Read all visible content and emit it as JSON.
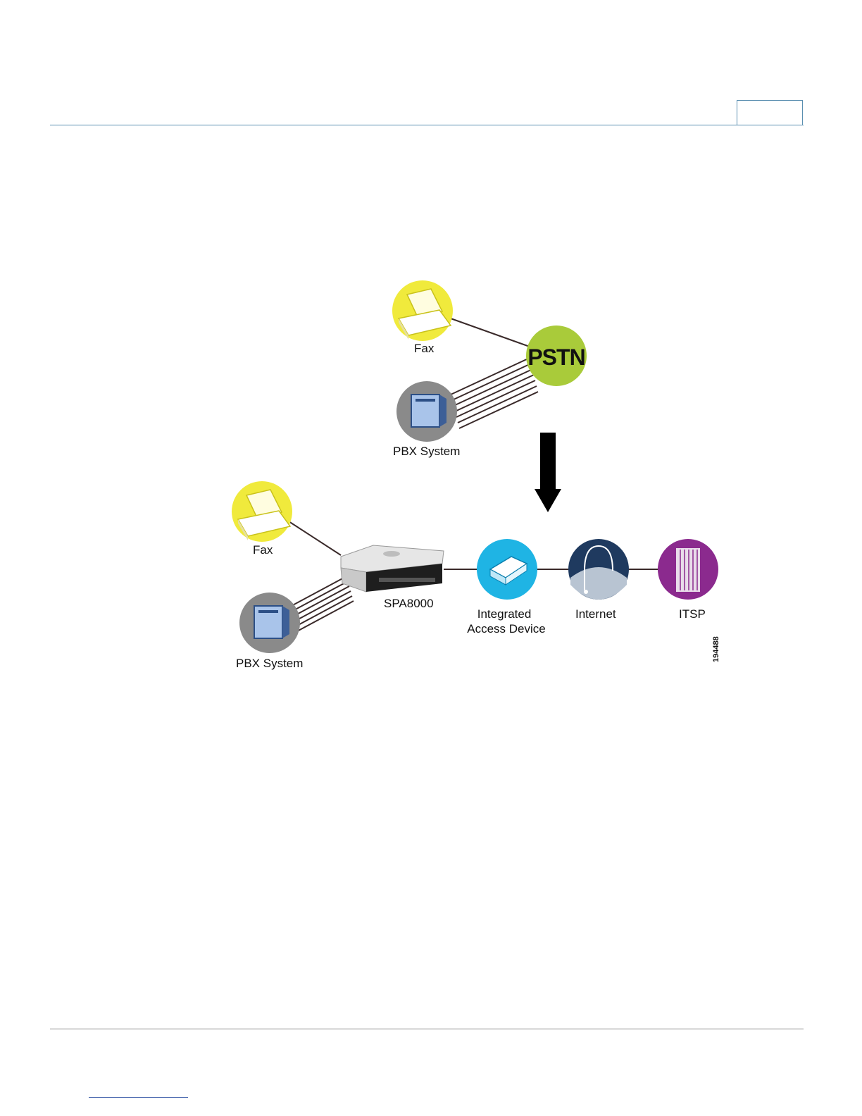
{
  "before": {
    "fax_label": "Fax",
    "pstn_label": "PSTN",
    "pbx_label": "PBX System"
  },
  "after": {
    "fax_label": "Fax",
    "pbx_label": "PBX System",
    "spa_label": "SPA8000",
    "iad_label_line1": "Integrated",
    "iad_label_line2": "Access Device",
    "internet_label": "Internet",
    "itsp_label": "ITSP"
  },
  "figure_id": "194488",
  "colors": {
    "fax": "#f0ea3c",
    "pstn": "#a9cb3a",
    "pbx": "#8a8a8a",
    "iad": "#1fb4e4",
    "internet": "#1f3a5f",
    "itsp": "#8b2a8e",
    "rule": "#5a8fb0"
  },
  "icons": [
    "fax-icon",
    "pbx-icon",
    "router-icon",
    "globe-headset-icon",
    "server-rack-icon",
    "down-arrow-icon"
  ]
}
